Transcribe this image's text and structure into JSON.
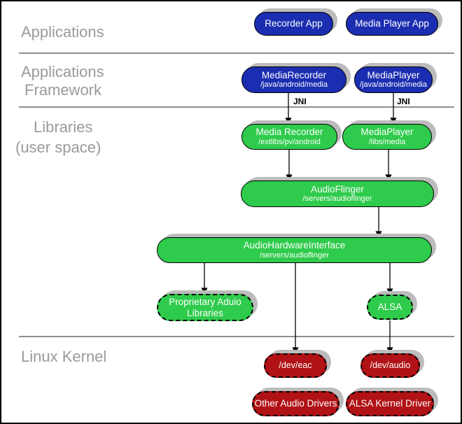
{
  "sections": {
    "applications": "Applications",
    "framework": [
      "Applications",
      "Framework"
    ],
    "libraries": [
      "Libraries",
      "(user space)"
    ],
    "kernel": "Linux Kernel"
  },
  "labels": {
    "jni_left": "JNI",
    "jni_right": "JNI"
  },
  "nodes": {
    "recorder_app": {
      "title": "Recorder App"
    },
    "media_player_app": {
      "title": "Media Player App"
    },
    "media_recorder_fw": {
      "title": "MediaRecorder",
      "subtitle": "/java/android/media"
    },
    "media_player_fw": {
      "title": "MediaPlayer",
      "subtitle": "/java/android/media"
    },
    "media_recorder_lib": {
      "title": "Media Recorder",
      "subtitle": "/extlibs/pv/android"
    },
    "media_player_lib": {
      "title": "MediaPlayer",
      "subtitle": "/libs/media"
    },
    "audio_flinger": {
      "title": "AudioFlinger",
      "subtitle": "/servers/audioflinger"
    },
    "audio_hardware_interface": {
      "title": "AudioHardwareInterface",
      "subtitle": "/servers/audioflinger"
    },
    "proprietary_audio_libraries": {
      "title": "Proprietary Aduio Libraries"
    },
    "alsa": {
      "title": "ALSA"
    },
    "dev_eac": {
      "title": "/dev/eac"
    },
    "dev_audio": {
      "title": "/dev/audio"
    },
    "other_audio_drivers": {
      "title": "Other Audio Drivers"
    },
    "alsa_kernel_driver": {
      "title": "ALSA Kernel Driver"
    }
  },
  "colors": {
    "app_blue": "#1b2db0",
    "lib_green": "#2fcb4c",
    "kernel_red": "#b01215",
    "shadow_gray": "#bcbcbc",
    "section_label_gray": "#9a9a9a",
    "node_text": "#ffffff",
    "connector": "#000000"
  }
}
